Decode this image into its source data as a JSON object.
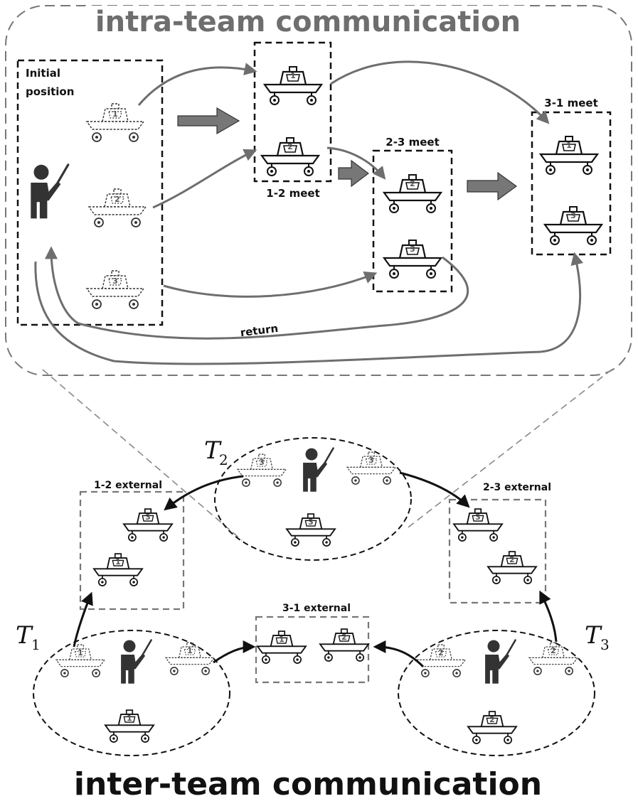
{
  "titles": {
    "intra": "intra-team communication",
    "inter": "inter-team communication"
  },
  "intra": {
    "initial_label_1": "Initial",
    "initial_label_2": "position",
    "meet_12": "1-2 meet",
    "meet_23": "2-3 meet",
    "meet_31": "3-1 meet",
    "return": "return"
  },
  "inter": {
    "team1": "T",
    "team1_sub": "1",
    "team2": "T",
    "team2_sub": "2",
    "team3": "T",
    "team3_sub": "3",
    "ext_12": "1-2 external",
    "ext_23": "2-3 external",
    "ext_31": "3-1 external"
  },
  "icons": {
    "person": "person-pointing-icon",
    "robot": "wheeled-robot-icon"
  },
  "colors": {
    "intra_title": "#6e6e6e",
    "arrow_gray": "#6e6e6e",
    "ink": "#111111"
  }
}
